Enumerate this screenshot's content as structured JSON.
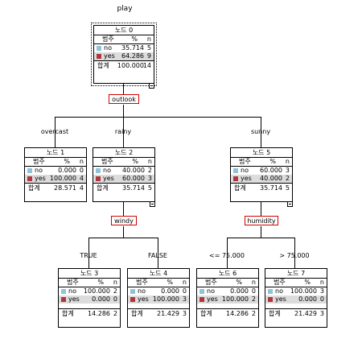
{
  "title": "play",
  "column_headers": {
    "category": "범주",
    "percent": "%",
    "n": "n"
  },
  "category_labels": {
    "no": "no",
    "yes": "yes",
    "total": "합계"
  },
  "colors": {
    "no": "#8fc3d9",
    "yes": "#b0353d",
    "split_border": "#d40000"
  },
  "splits": {
    "outlook": "outlook",
    "windy": "windy",
    "humidity": "humidity"
  },
  "branches": {
    "overcast": "overcast",
    "rainy": "rainy",
    "sunny": "sunny",
    "true": "TRUE",
    "false": "FALSE",
    "le75": "<= 75.000",
    "gt75": "> 75.000"
  },
  "nodes": {
    "n0": {
      "title": "노드 0",
      "no_pct": "35.714",
      "no_n": "5",
      "yes_pct": "64.286",
      "yes_n": "9",
      "total_pct": "100.000",
      "total_n": "14"
    },
    "n1": {
      "title": "노드 1",
      "no_pct": "0.000",
      "no_n": "0",
      "yes_pct": "100.000",
      "yes_n": "4",
      "total_pct": "28.571",
      "total_n": "4"
    },
    "n2": {
      "title": "노드 2",
      "no_pct": "40.000",
      "no_n": "2",
      "yes_pct": "60.000",
      "yes_n": "3",
      "total_pct": "35.714",
      "total_n": "5"
    },
    "n5": {
      "title": "노드 5",
      "no_pct": "60.000",
      "no_n": "3",
      "yes_pct": "40.000",
      "yes_n": "2",
      "total_pct": "35.714",
      "total_n": "5"
    },
    "n3": {
      "title": "노드 3",
      "no_pct": "100.000",
      "no_n": "2",
      "yes_pct": "0.000",
      "yes_n": "0",
      "total_pct": "14.286",
      "total_n": "2"
    },
    "n4": {
      "title": "노드 4",
      "no_pct": "0.000",
      "no_n": "0",
      "yes_pct": "100.000",
      "yes_n": "3",
      "total_pct": "21.429",
      "total_n": "3"
    },
    "n6": {
      "title": "노드 6",
      "no_pct": "0.000",
      "no_n": "0",
      "yes_pct": "100.000",
      "yes_n": "2",
      "total_pct": "14.286",
      "total_n": "2"
    },
    "n7": {
      "title": "노드 7",
      "no_pct": "100.000",
      "no_n": "3",
      "yes_pct": "0.000",
      "yes_n": "0",
      "total_pct": "21.429",
      "total_n": "3"
    }
  }
}
